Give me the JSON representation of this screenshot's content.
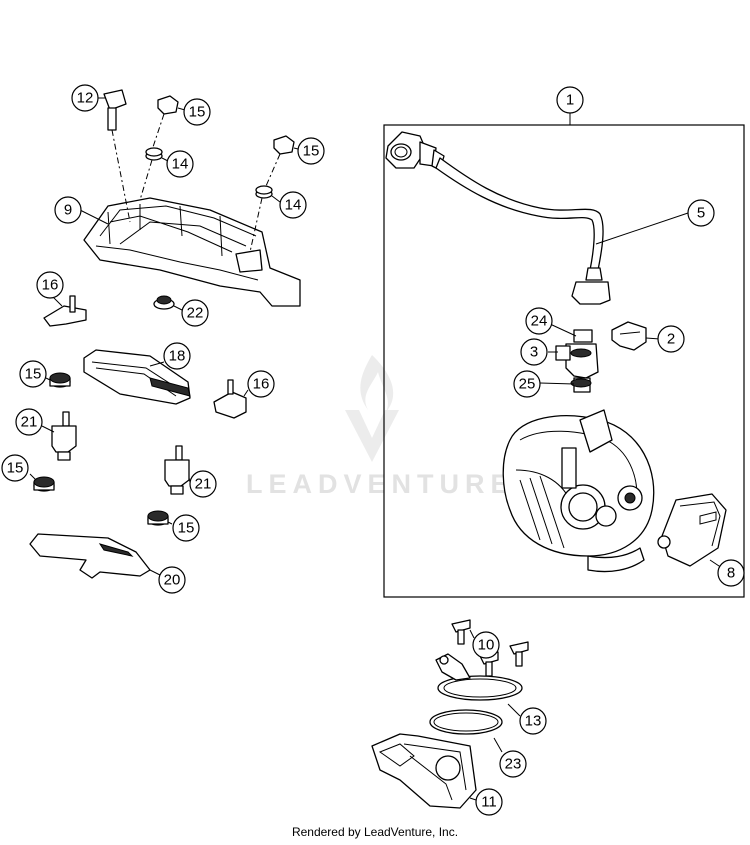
{
  "callouts": {
    "c1": "1",
    "c2": "2",
    "c3": "3",
    "c5": "5",
    "c8": "8",
    "c9": "9",
    "c10": "10",
    "c11": "11",
    "c12": "12",
    "c13": "13",
    "c14a": "14",
    "c14b": "14",
    "c15a": "15",
    "c15b": "15",
    "c15c": "15",
    "c15d": "15",
    "c15e": "15",
    "c16a": "16",
    "c16b": "16",
    "c18": "18",
    "c20": "20",
    "c21a": "21",
    "c21b": "21",
    "c22": "22",
    "c23": "23",
    "c24": "24",
    "c25": "25"
  },
  "watermark": {
    "text": "LEADVENTURE"
  },
  "footer": {
    "text": "Rendered by LeadVenture, Inc."
  },
  "colors": {
    "line": "#000000",
    "watermark": "#e2e2e2",
    "background": "#ffffff"
  }
}
